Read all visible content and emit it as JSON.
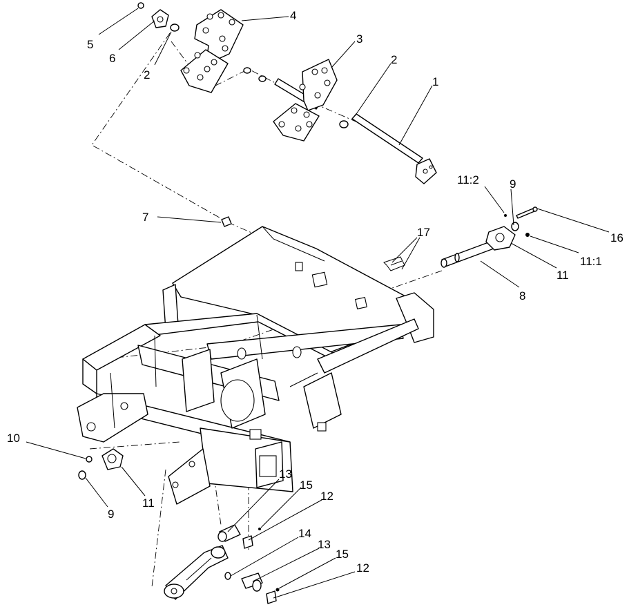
{
  "callouts": {
    "c1": "1",
    "c2a": "2",
    "c2b": "2",
    "c3": "3",
    "c4": "4",
    "c5": "5",
    "c6": "6",
    "c7": "7",
    "c8": "8",
    "c9a": "9",
    "c9b": "9",
    "c10": "10",
    "c11a": "11",
    "c11b": "11",
    "c11_2": "11:2",
    "c11_1": "11:1",
    "c12a": "12",
    "c12b": "12",
    "c13a": "13",
    "c13b": "13",
    "c14": "14",
    "c15a": "15",
    "c15b": "15",
    "c16": "16",
    "c17": "17"
  }
}
